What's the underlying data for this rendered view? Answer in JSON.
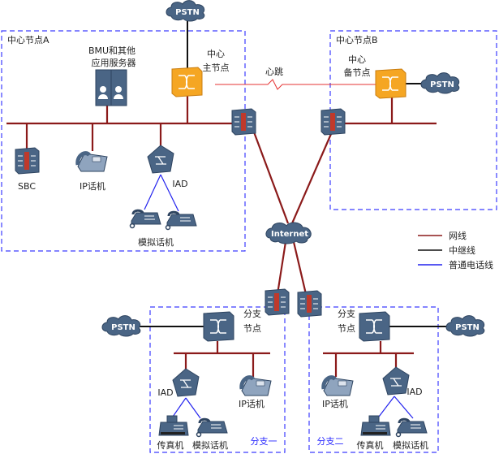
{
  "center_a": {
    "title": "中心节点A",
    "server_label_1": "BMU和其他",
    "server_label_2": "应用服务器",
    "main_label_1": "中心",
    "main_label_2": "主节点",
    "sbc": "SBC",
    "ip_phone": "IP话机",
    "iad": "IAD",
    "analog_phone": "模拟话机"
  },
  "center_b": {
    "title": "中心节点B",
    "backup_label_1": "中心",
    "backup_label_2": "备节点"
  },
  "heartbeat": "心跳",
  "pstn": "PSTN",
  "internet": "Internet",
  "branch1": {
    "title": "分支一",
    "node_1": "分支",
    "node_2": "节点",
    "iad": "IAD",
    "ip_phone": "IP话机",
    "fax": "传真机",
    "analog_phone": "模拟话机"
  },
  "branch2": {
    "title": "分支二",
    "node_1": "分支",
    "node_2": "节点",
    "iad": "IAD",
    "ip_phone": "IP话机",
    "fax": "传真机",
    "analog_phone": "模拟话机"
  },
  "legend": [
    {
      "label": "网线",
      "color": "#8b1a1a"
    },
    {
      "label": "中继线",
      "color": "#111111"
    },
    {
      "label": "普通电话线",
      "color": "#2222ee"
    }
  ],
  "colors": {
    "device": "#4a6585",
    "main_node": "#f5a623",
    "box": "#3c3cff"
  }
}
